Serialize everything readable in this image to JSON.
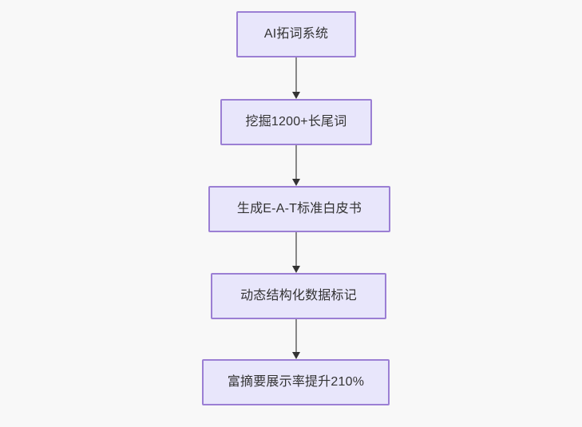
{
  "diagram": {
    "type": "flowchart",
    "direction": "top-to-bottom",
    "background_color": "#f8f8f8",
    "node_fill_color": "#e8e6fb",
    "node_border_color": "#9b7fd4",
    "text_color": "#333333",
    "connector_color": "#888888",
    "arrowhead_color": "#333333",
    "nodes": [
      {
        "id": "node-0",
        "label": "AI拓词系统"
      },
      {
        "id": "node-1",
        "label": "挖掘1200+长尾词"
      },
      {
        "id": "node-2",
        "label": "生成E-A-T标准白皮书"
      },
      {
        "id": "node-3",
        "label": "动态结构化数据标记"
      },
      {
        "id": "node-4",
        "label": "富摘要展示率提升210%"
      }
    ],
    "edges": [
      {
        "id": "edge-0",
        "from": "node-0",
        "to": "node-1",
        "label": ""
      },
      {
        "id": "edge-1",
        "from": "node-1",
        "to": "node-2",
        "label": ""
      },
      {
        "id": "edge-2",
        "from": "node-2",
        "to": "node-3",
        "label": ""
      },
      {
        "id": "edge-3",
        "from": "node-3",
        "to": "node-4",
        "label": ""
      }
    ]
  }
}
